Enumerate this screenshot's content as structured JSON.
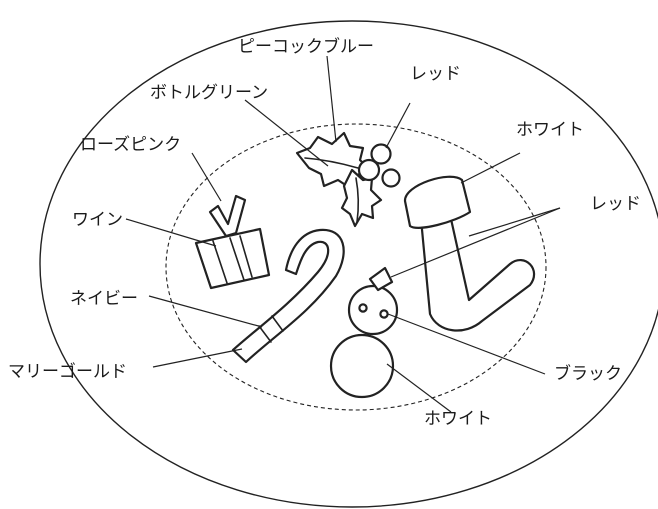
{
  "labels": {
    "peacock_blue": "ピーコックブルー",
    "red_holly": "レッド",
    "bottle_green": "ボトルグリーン",
    "white_stocking": "ホワイト",
    "rose_pink": "ローズピンク",
    "red_stocking": "レッド",
    "wine": "ワイン",
    "navy": "ネイビー",
    "marigold": "マリーゴールド",
    "black": "ブラック",
    "white_snowman": "ホワイト"
  }
}
